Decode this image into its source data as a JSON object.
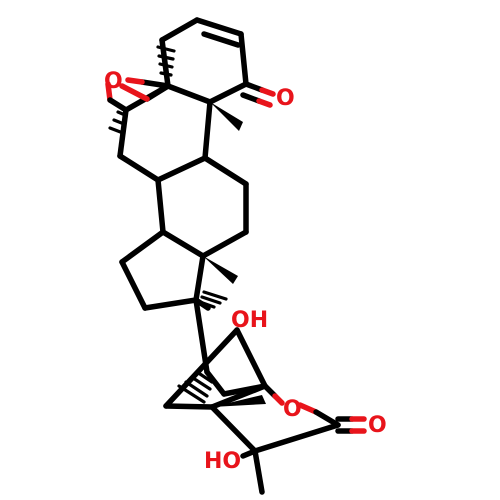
{
  "molecule": {
    "atom_labels": {
      "epoxide_o": "O",
      "ketone_o": "O",
      "side_oh": "OH",
      "ring_o": "O",
      "lactone_o": "O",
      "bottom_ho": "HO"
    },
    "colors": {
      "bond": "#000000",
      "heteroatom": "#e8141b",
      "background": "#ffffff"
    }
  }
}
